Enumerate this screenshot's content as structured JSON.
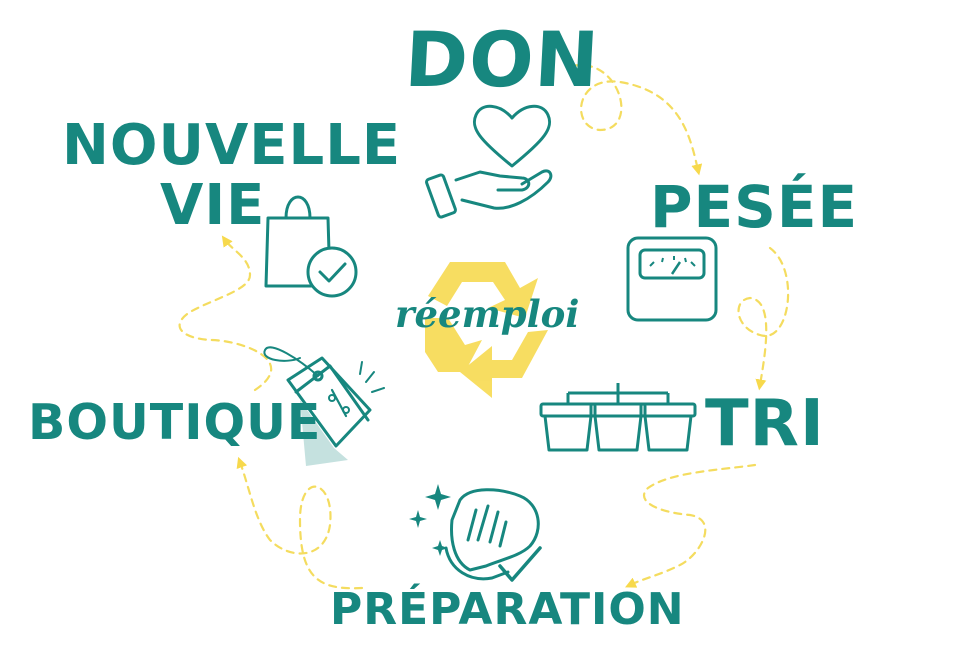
{
  "steps": {
    "don": "DON",
    "pesee": "PESÉE",
    "tri": "TRI",
    "preparation": "PRÉPARATION",
    "boutique": "BOUTIQUE",
    "nouvelle_vie_line1": "NOUVELLE",
    "nouvelle_vie_line2": "VIE"
  },
  "center": {
    "word": "réemploi"
  },
  "icons": {
    "don": "heart-in-hand-icon",
    "pesee": "bathroom-scale-icon",
    "tri": "sorting-bins-icon",
    "preparation": "hand-cleaning-icon",
    "boutique": "price-tags-icon",
    "nouvelle_vie": "shopping-bag-check-icon",
    "center": "recycle-icon"
  },
  "colors": {
    "teal": "#17877f",
    "yellow": "#f7d94c",
    "arrow": "#f4dc5f"
  }
}
